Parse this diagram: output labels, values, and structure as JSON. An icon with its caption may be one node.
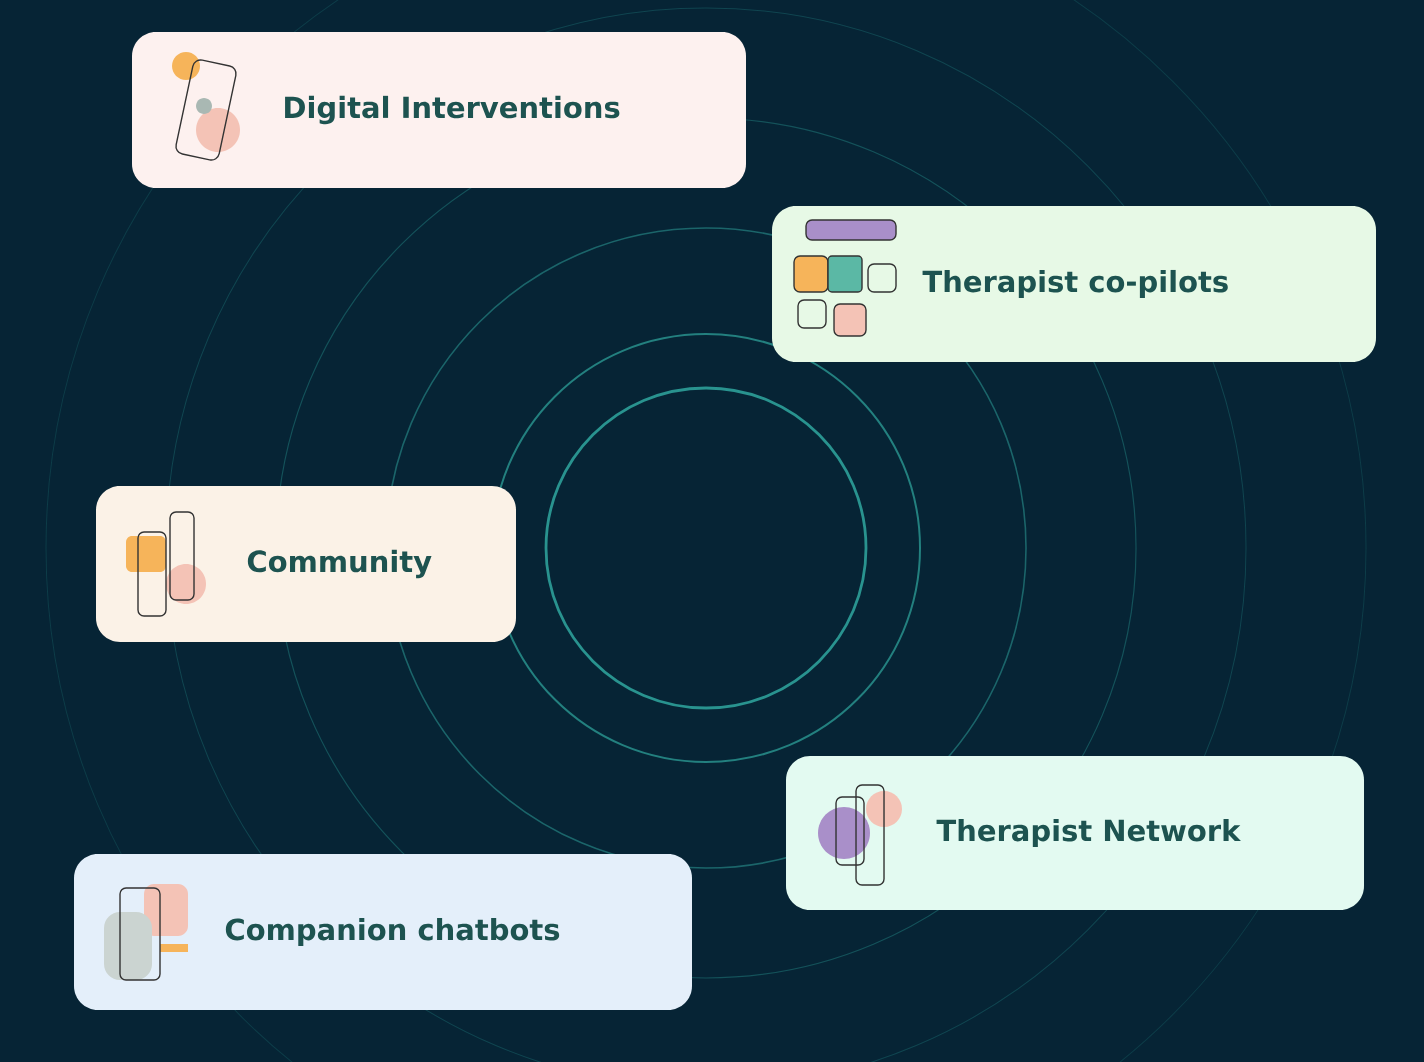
{
  "diagram": {
    "nodes": [
      {
        "text": [
          "Digital Interventions"
        ]
      },
      {
        "text": [
          "Therapist co-pilots"
        ]
      },
      {
        "text": [
          "Community"
        ]
      },
      {
        "text": [
          "Therapist Network"
        ]
      },
      {
        "text": [
          "Companion chatbots"
        ]
      }
    ]
  }
}
